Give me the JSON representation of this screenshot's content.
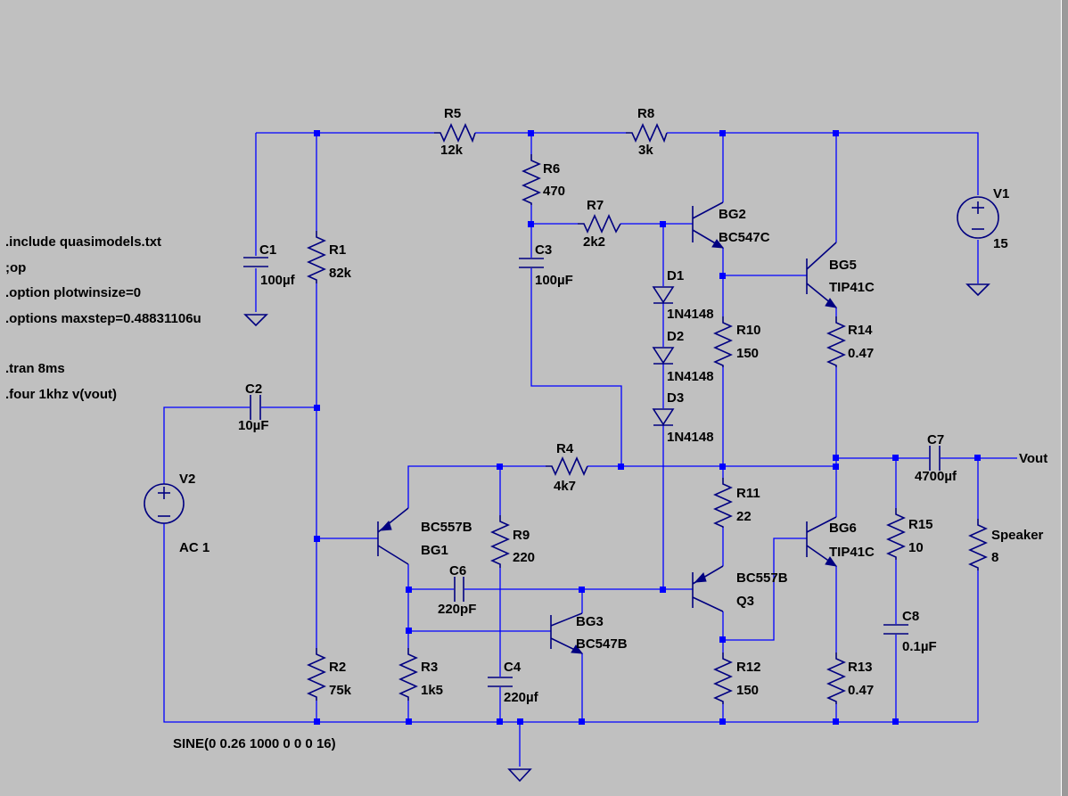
{
  "directives": {
    "include": ".include quasimodels.txt",
    "op": ";op",
    "plotwinsize": ".option plotwinsize=0",
    "maxstep": ".options maxstep=0.48831106u",
    "tran": ".tran 8ms",
    "four": ".four 1khz v(vout)"
  },
  "components": {
    "R1": {
      "name": "R1",
      "value": "82k"
    },
    "R2": {
      "name": "R2",
      "value": "75k"
    },
    "R3": {
      "name": "R3",
      "value": "1k5"
    },
    "R4": {
      "name": "R4",
      "value": "4k7"
    },
    "R5": {
      "name": "R5",
      "value": "12k"
    },
    "R6": {
      "name": "R6",
      "value": "470"
    },
    "R7": {
      "name": "R7",
      "value": "2k2"
    },
    "R8": {
      "name": "R8",
      "value": "3k"
    },
    "R9": {
      "name": "R9",
      "value": "220"
    },
    "R10": {
      "name": "R10",
      "value": "150"
    },
    "R11": {
      "name": "R11",
      "value": "22"
    },
    "R12": {
      "name": "R12",
      "value": "150"
    },
    "R13": {
      "name": "R13",
      "value": "0.47"
    },
    "R14": {
      "name": "R14",
      "value": "0.47"
    },
    "R15": {
      "name": "R15",
      "value": "10"
    },
    "Speaker": {
      "name": "Speaker",
      "value": "8"
    },
    "C1": {
      "name": "C1",
      "value": "100µf"
    },
    "C2": {
      "name": "C2",
      "value": "10µF"
    },
    "C3": {
      "name": "C3",
      "value": "100µF"
    },
    "C4": {
      "name": "C4",
      "value": "220µf"
    },
    "C6": {
      "name": "C6",
      "value": "220pF"
    },
    "C7": {
      "name": "C7",
      "value": "4700µf"
    },
    "C8": {
      "name": "C8",
      "value": "0.1µF"
    },
    "D1": {
      "name": "D1",
      "value": "1N4148"
    },
    "D2": {
      "name": "D2",
      "value": "1N4148"
    },
    "D3": {
      "name": "D3",
      "value": "1N4148"
    },
    "BG1": {
      "name": "BG1",
      "value": "BC557B"
    },
    "BG2": {
      "name": "BG2",
      "value": "BC547C"
    },
    "BG3": {
      "name": "BG3",
      "value": "BC547B"
    },
    "Q3": {
      "name": "Q3",
      "value": "BC557B"
    },
    "BG5": {
      "name": "BG5",
      "value": "TIP41C"
    },
    "BG6": {
      "name": "BG6",
      "value": "TIP41C"
    },
    "V1": {
      "name": "V1",
      "value": "15"
    },
    "V2": {
      "name": "V2",
      "value": "AC 1",
      "source": "SINE(0 0.26 1000 0 0 0 16)"
    }
  },
  "nets": {
    "vout": "Vout"
  },
  "colors": {
    "background": "#c0c0c0",
    "wire": "#0000ff",
    "component": "#000080",
    "text": "#000000"
  }
}
